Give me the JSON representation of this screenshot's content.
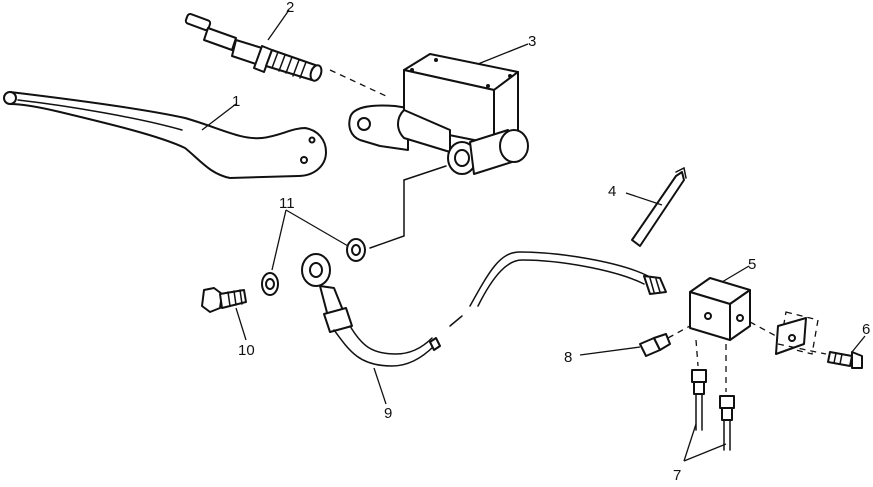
{
  "diagram": {
    "callouts": [
      {
        "id": "lever",
        "label": "1"
      },
      {
        "id": "piston",
        "label": "2"
      },
      {
        "id": "master-cylinder",
        "label": "3"
      },
      {
        "id": "cable-tie",
        "label": "4"
      },
      {
        "id": "junction-block",
        "label": "5"
      },
      {
        "id": "block-bolt",
        "label": "6"
      },
      {
        "id": "brake-lines",
        "label": "7"
      },
      {
        "id": "bleeder-valve",
        "label": "8"
      },
      {
        "id": "brake-hose",
        "label": "9"
      },
      {
        "id": "banjo-bolt",
        "label": "10"
      },
      {
        "id": "washers",
        "label": "11"
      }
    ]
  }
}
